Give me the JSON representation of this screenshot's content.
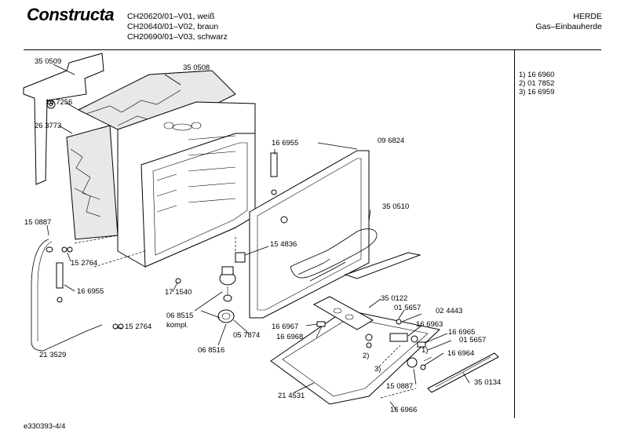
{
  "header": {
    "brand": "Constructa",
    "models": [
      "CH20620/01–V01, weiß",
      "CH20640/01–V02, braun",
      "CH20690/01–V03, schwarz"
    ],
    "category": [
      "HERDE",
      "Gas–Einbauherde"
    ]
  },
  "footnotes": [
    "1) 16 6960",
    "2) 01 7852",
    "3) 16 6959"
  ],
  "footer": "e330393-4/4",
  "parts": [
    {
      "id": "p-350509",
      "label": "35 0509"
    },
    {
      "id": "p-350508",
      "label": "35 0508"
    },
    {
      "id": "p-167256",
      "label": "16 7256"
    },
    {
      "id": "p-263773",
      "label": "26 3773"
    },
    {
      "id": "p-166955a",
      "label": "16 6955"
    },
    {
      "id": "p-096824",
      "label": "09 6824"
    },
    {
      "id": "p-350510",
      "label": "35 0510"
    },
    {
      "id": "p-150887a",
      "label": "15 0887"
    },
    {
      "id": "p-152764a",
      "label": "15 2764"
    },
    {
      "id": "p-154836",
      "label": "15 4836"
    },
    {
      "id": "p-166955b",
      "label": "16 6955"
    },
    {
      "id": "p-171540",
      "label": "17 1540"
    },
    {
      "id": "p-068515",
      "label": "06 8515"
    },
    {
      "id": "p-kompl",
      "label": "kompl."
    },
    {
      "id": "p-057874",
      "label": "05 7874"
    },
    {
      "id": "p-068516",
      "label": "06 8516"
    },
    {
      "id": "p-152764b",
      "label": "15 2764"
    },
    {
      "id": "p-213529",
      "label": "21 3529"
    },
    {
      "id": "p-350122",
      "label": "35 0122"
    },
    {
      "id": "p-015657a",
      "label": "01 5657"
    },
    {
      "id": "p-024443",
      "label": "02 4443"
    },
    {
      "id": "p-166967",
      "label": "16 6967"
    },
    {
      "id": "p-166963",
      "label": "16 6963"
    },
    {
      "id": "p-166968",
      "label": "16 6968"
    },
    {
      "id": "p-166965",
      "label": "16 6965"
    },
    {
      "id": "p-015657b",
      "label": "01 5657"
    },
    {
      "id": "p-166964",
      "label": "16 6964"
    },
    {
      "id": "p-fn1",
      "label": "1)"
    },
    {
      "id": "p-fn2",
      "label": "2)"
    },
    {
      "id": "p-fn3",
      "label": "3)"
    },
    {
      "id": "p-150887b",
      "label": "15 0887"
    },
    {
      "id": "p-350134",
      "label": "35 0134"
    },
    {
      "id": "p-214531",
      "label": "21 4531"
    },
    {
      "id": "p-166966",
      "label": "16 6966"
    }
  ]
}
